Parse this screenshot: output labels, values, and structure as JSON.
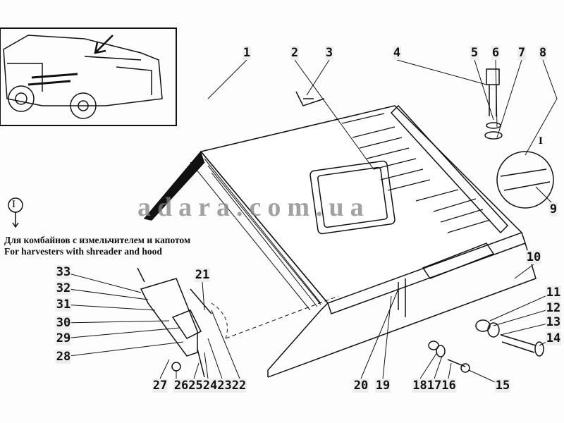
{
  "notes": {
    "ru": "Для комбайнов с измельчителем и капотом",
    "en": "For harvesters with shreader and hood",
    "view_marker": "I",
    "detail_marker": "I"
  },
  "watermark": "adara.com.ua",
  "labels": {
    "n1": "1",
    "n2": "2",
    "n3": "3",
    "n4": "4",
    "n5": "5",
    "n6": "6",
    "n7": "7",
    "n8": "8",
    "n9": "9",
    "n10": "10",
    "n11": "11",
    "n12": "12",
    "n13": "13",
    "n14": "14",
    "n15": "15",
    "n16_18": "181716",
    "n19": "19",
    "n20": "20",
    "n21": "21",
    "n22_27a": "27",
    "n22_27b": "2625242322",
    "n28": "28",
    "n29": "29",
    "n30": "30",
    "n31": "31",
    "n32": "32",
    "n33": "33"
  }
}
